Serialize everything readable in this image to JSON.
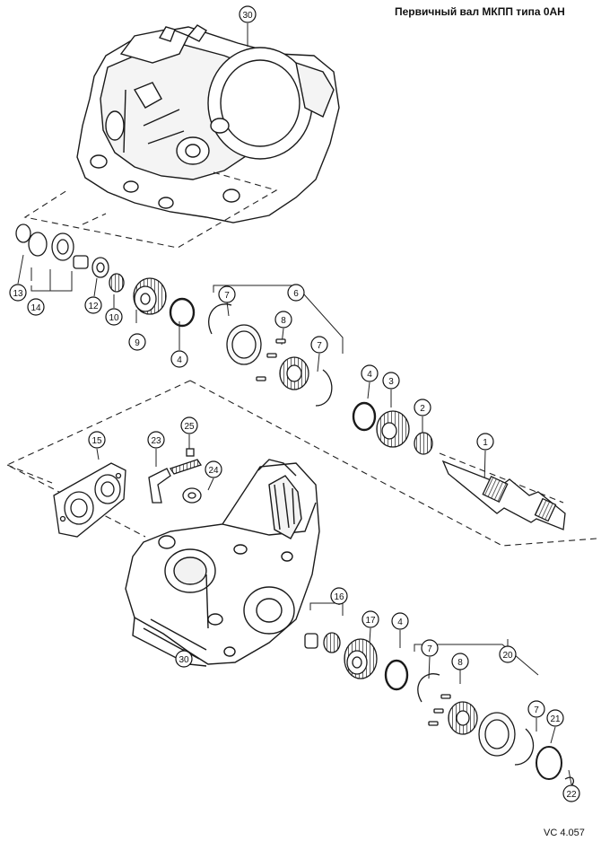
{
  "title": "Первичный вал МКПП типа 0АН",
  "code": "VC 4.057",
  "callouts": [
    {
      "id": "c30a",
      "label": "30"
    },
    {
      "id": "c13",
      "label": "13"
    },
    {
      "id": "c14",
      "label": "14"
    },
    {
      "id": "c12",
      "label": "12"
    },
    {
      "id": "c10",
      "label": "10"
    },
    {
      "id": "c9",
      "label": "9"
    },
    {
      "id": "c4a",
      "label": "4"
    },
    {
      "id": "c7a",
      "label": "7"
    },
    {
      "id": "c6",
      "label": "6"
    },
    {
      "id": "c8a",
      "label": "8"
    },
    {
      "id": "c7b",
      "label": "7"
    },
    {
      "id": "c4b",
      "label": "4"
    },
    {
      "id": "c3",
      "label": "3"
    },
    {
      "id": "c2",
      "label": "2"
    },
    {
      "id": "c1",
      "label": "1"
    },
    {
      "id": "c15",
      "label": "15"
    },
    {
      "id": "c23",
      "label": "23"
    },
    {
      "id": "c25",
      "label": "25"
    },
    {
      "id": "c24",
      "label": "24"
    },
    {
      "id": "c16",
      "label": "16"
    },
    {
      "id": "c17",
      "label": "17"
    },
    {
      "id": "c4c",
      "label": "4"
    },
    {
      "id": "c7c",
      "label": "7"
    },
    {
      "id": "c8b",
      "label": "8"
    },
    {
      "id": "c20",
      "label": "20"
    },
    {
      "id": "c7d",
      "label": "7"
    },
    {
      "id": "c21",
      "label": "21"
    },
    {
      "id": "c22",
      "label": "22"
    },
    {
      "id": "c30b",
      "label": "30"
    }
  ]
}
